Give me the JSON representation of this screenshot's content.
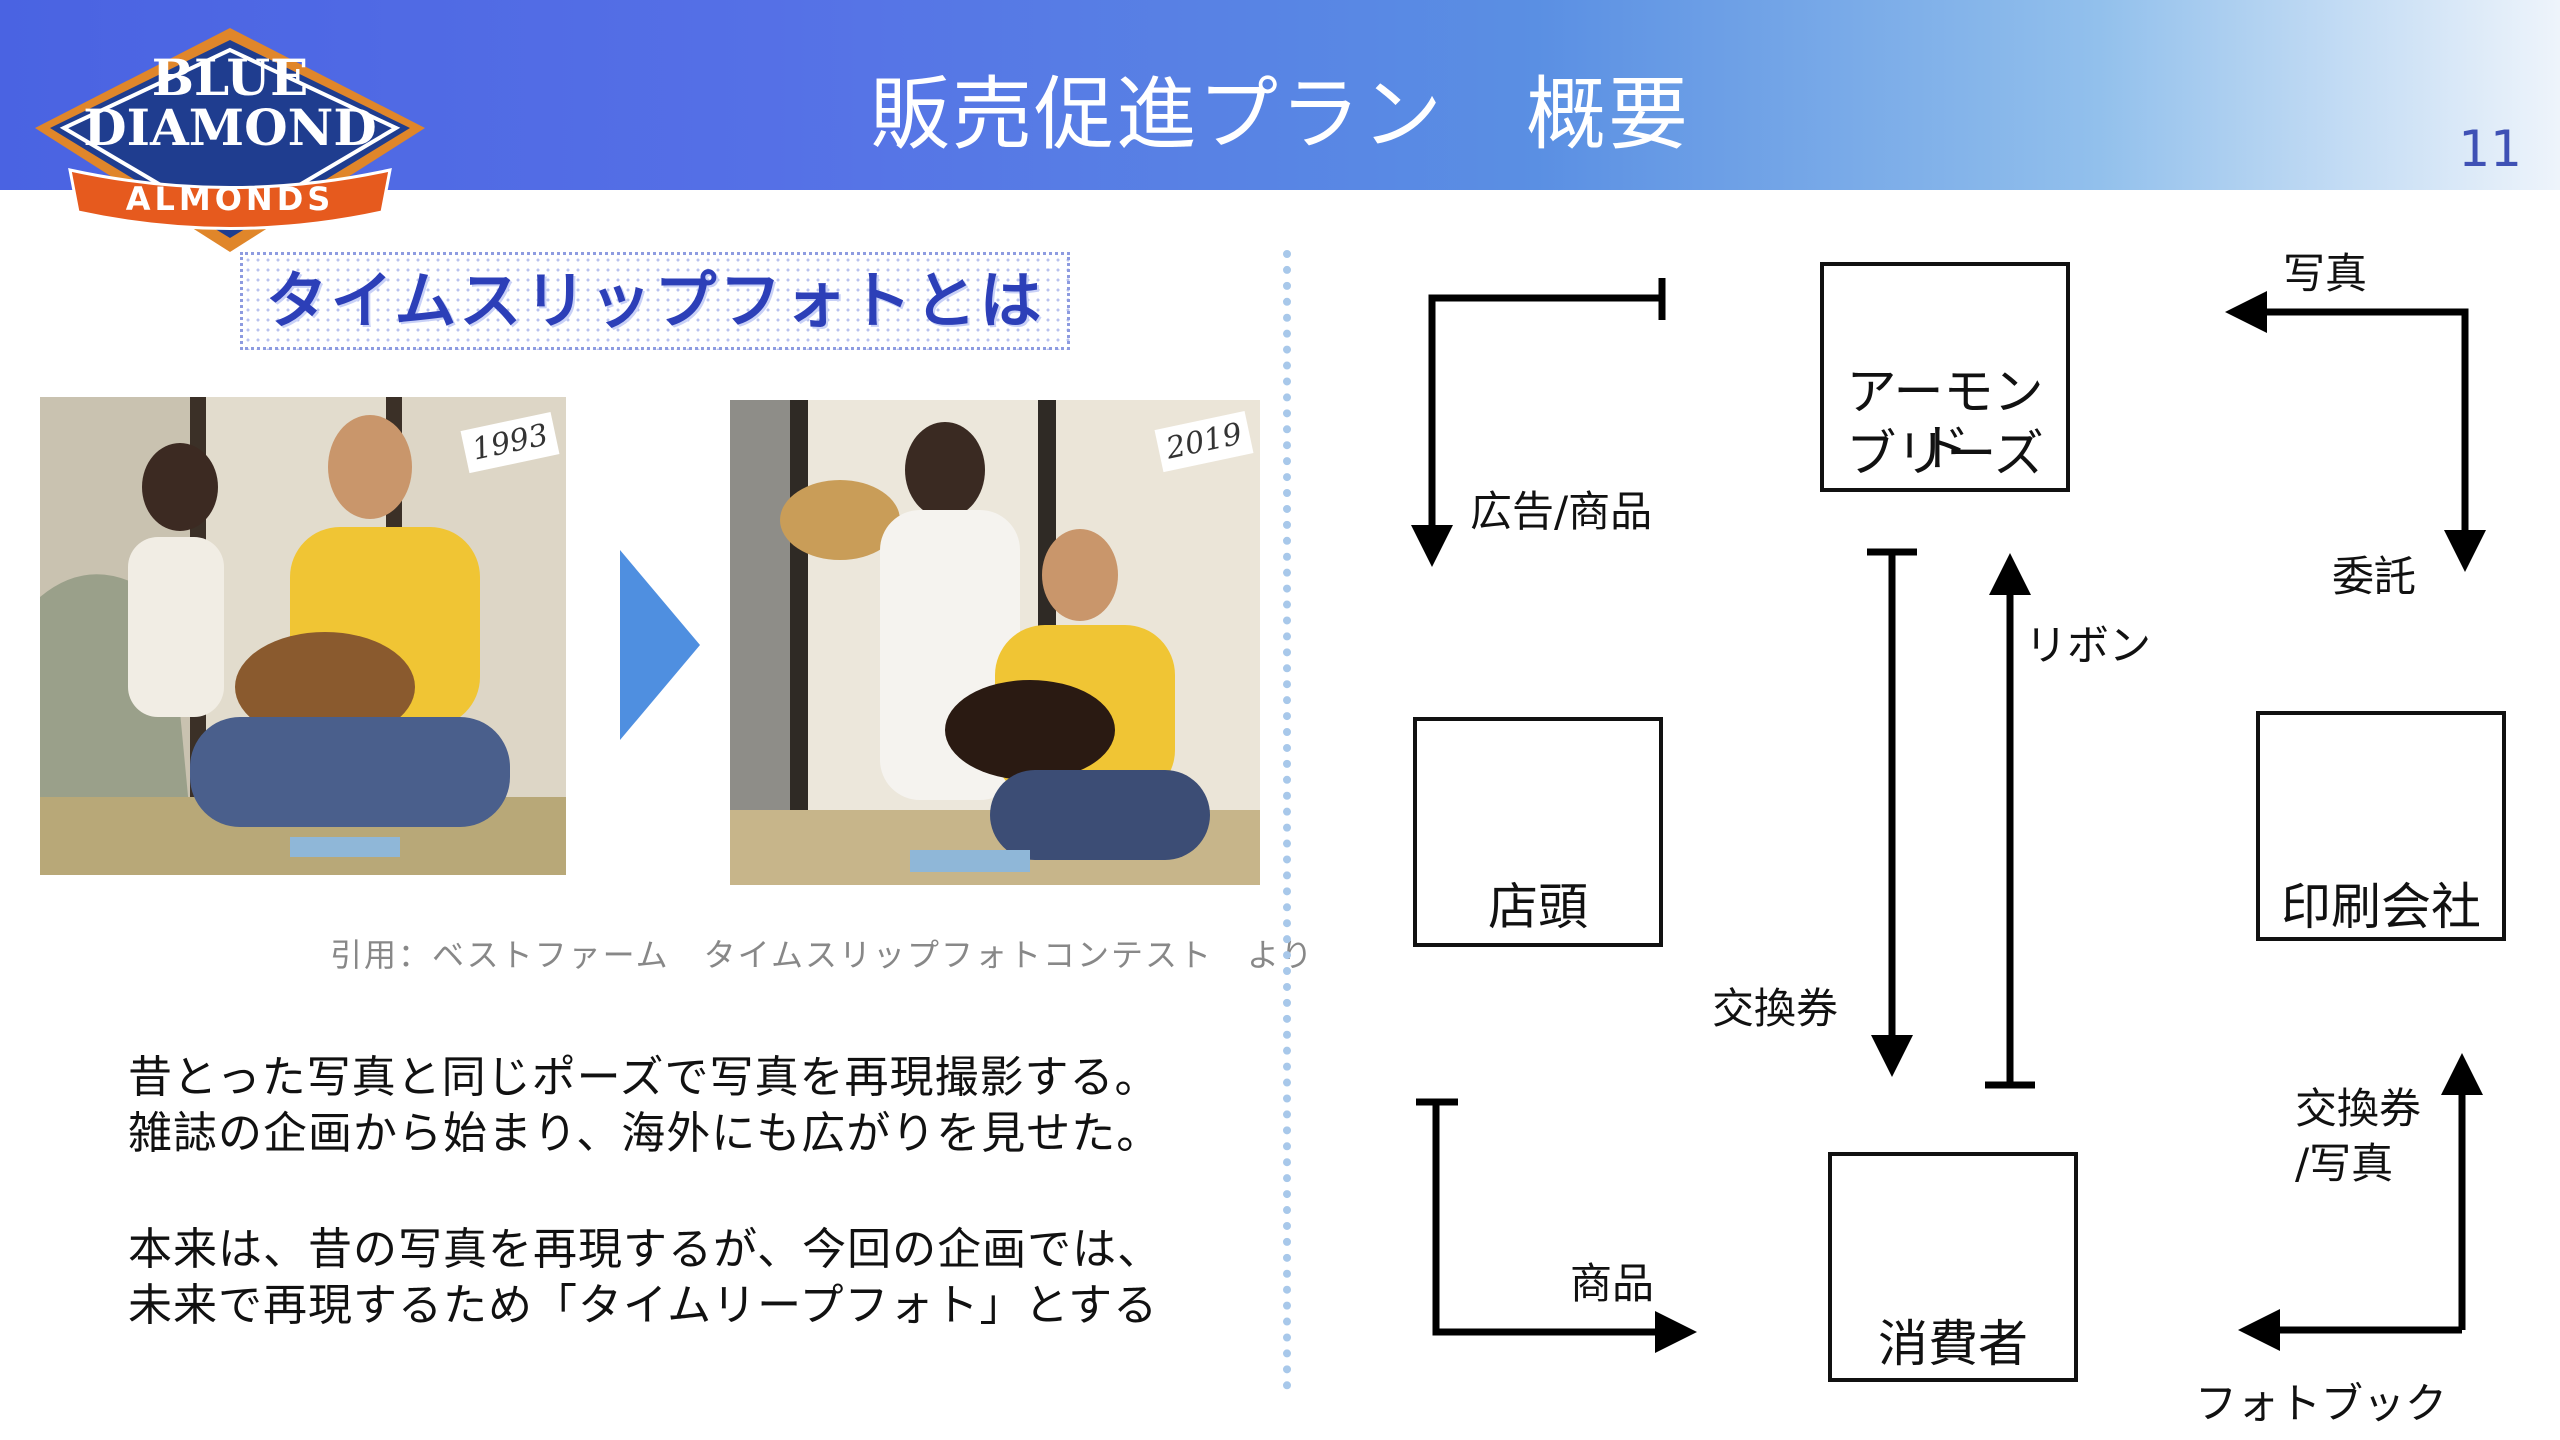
{
  "header": {
    "title": "販売促進プラン　概要",
    "page_number": "11"
  },
  "logo": {
    "line1": "BLUE",
    "line2": "DIAMOND",
    "line3": "ALMONDS"
  },
  "left": {
    "heading": "タイムスリップフォトとは",
    "photo_before_year": "1993",
    "photo_after_year": "2019",
    "citation": "引用：ベストファーム　タイムスリップフォトコンテスト　より",
    "paragraph1_line1": "昔とった写真と同じポーズで写真を再現撮影する。",
    "paragraph1_line2": "雑誌の企画から始まり、海外にも広がりを見せた。",
    "paragraph2_line1": "本来は、昔の写真を再現するが、今回の企画では、",
    "paragraph2_line2": "未来で再現するため「タイムリープフォト」とする"
  },
  "diagram": {
    "almond_breeze_line1": "アーモンド",
    "almond_breeze_line2": "ブリーズ",
    "store": "店頭",
    "printing_company": "印刷会社",
    "consumer": "消費者",
    "label_ad_product": "広告/商品",
    "label_photo": "写真",
    "label_commission": "委託",
    "label_ribbon": "リボン",
    "label_voucher": "交換券",
    "label_voucher_photo_line1": "交換券",
    "label_voucher_photo_line2": "/写真",
    "label_product": "商品",
    "label_photobook": "フォトブック"
  },
  "colors": {
    "header_start": "#4a63e2",
    "header_end": "#eef4fb",
    "heading_text": "#2c3fb8",
    "play_arrow": "#4f8fe0",
    "divider": "#a8c8ea"
  }
}
